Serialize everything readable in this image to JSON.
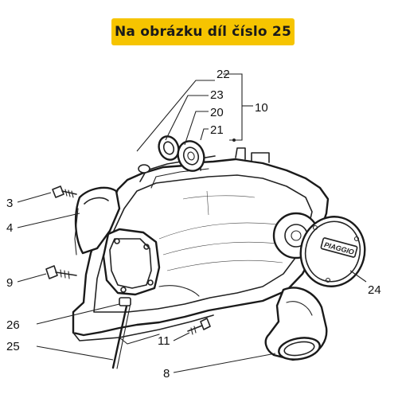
{
  "banner": {
    "title": "Na obrázku díl číslo 25",
    "color": "#f6c400"
  },
  "callouts": {
    "c22": "22",
    "c23": "23",
    "c20": "20",
    "c10": "10",
    "c21": "21",
    "c3": "3",
    "c4": "4",
    "c9": "9",
    "c26": "26",
    "c25": "25",
    "c11": "11",
    "c8": "8",
    "c24": "24"
  },
  "logo_text": "PIAGGIO"
}
